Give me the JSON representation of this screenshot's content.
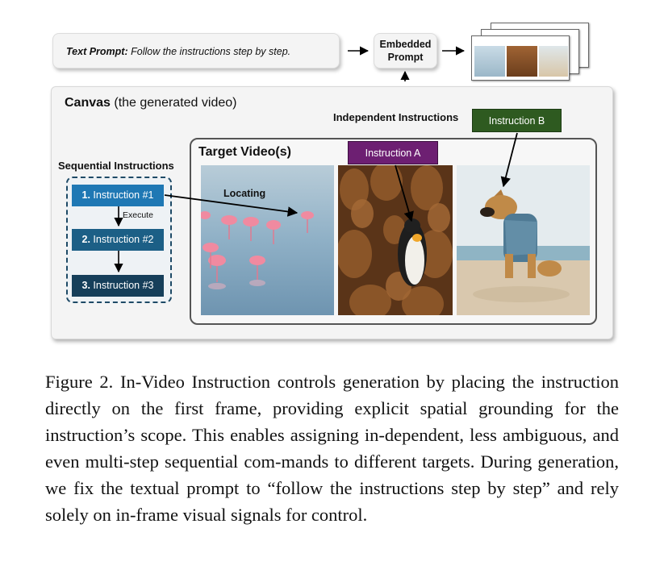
{
  "top": {
    "text_prompt_label": "Text Prompt:",
    "text_prompt_value": "Follow the instructions step by step.",
    "embedded_prompt_line1": "Embedded",
    "embedded_prompt_line2": "Prompt"
  },
  "canvas": {
    "title_bold": "Canvas",
    "title_rest": " (the generated video)",
    "independent_label": "Independent Instructions",
    "instruction_b": "Instruction B",
    "instruction_a": "Instruction A",
    "target_title": "Target Video(s)",
    "locating_label": "Locating",
    "sequential_label": "Sequential Instructions",
    "execute_label": "Execute",
    "steps": [
      {
        "num": "1.",
        "label": " Instruction #1"
      },
      {
        "num": "2.",
        "label": " Instruction #2"
      },
      {
        "num": "3.",
        "label": " Instruction #3"
      }
    ]
  },
  "colors": {
    "step1": "#1f78b4",
    "step2": "#1c5f86",
    "step3": "#163f5a",
    "instruction_a": "#6d1f72",
    "instruction_b": "#2e5a20"
  },
  "caption": "Figure 2. In-Video Instruction controls generation by placing the instruction directly on the first frame, providing explicit spatial grounding for the instruction’s scope. This enables assigning in-dependent, less ambiguous, and even multi-step sequential com-mands to different targets. During generation, we fix the textual prompt to “follow the instructions step by step” and rely solely on in-frame visual signals for control."
}
